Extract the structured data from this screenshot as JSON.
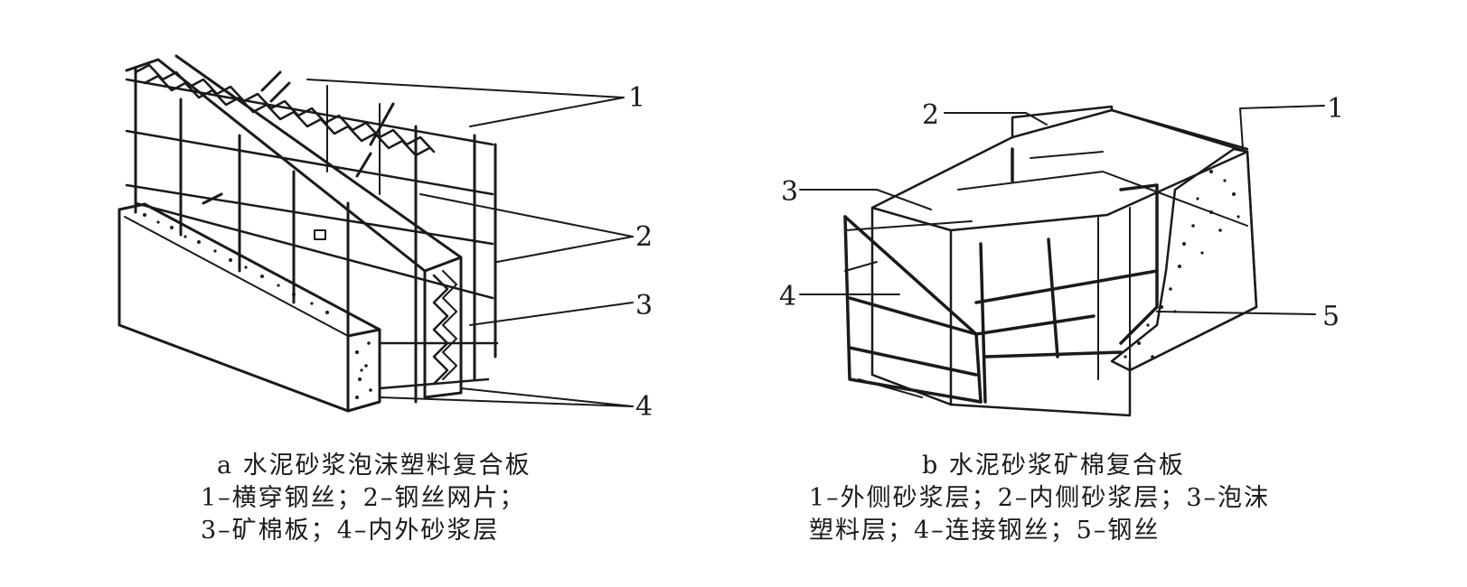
{
  "panel_a": {
    "callouts": [
      "1",
      "2",
      "3",
      "4"
    ],
    "caption_title": "a 水泥砂浆泡沫塑料复合板",
    "caption_line1": "1–横穿钢丝；2–钢丝网片；",
    "caption_line2": "3–矿棉板；4–内外砂浆层"
  },
  "panel_b": {
    "callouts": [
      "1",
      "2",
      "3",
      "4",
      "5"
    ],
    "caption_title": "b 水泥砂浆矿棉复合板",
    "caption_line1": "1–外侧砂浆层；2–内侧砂浆层；3–泡沫",
    "caption_line2": "塑料层；4–连接钢丝；5–钢丝"
  },
  "colors": {
    "ink": "#1a1a1a",
    "background": "#ffffff"
  }
}
